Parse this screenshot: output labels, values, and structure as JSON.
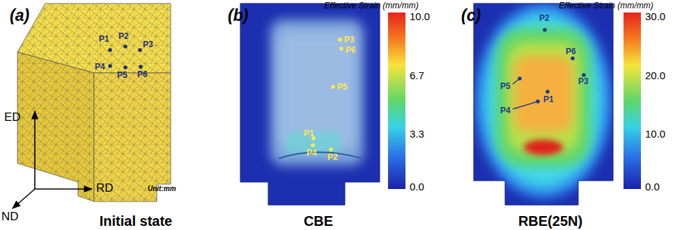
{
  "diagram": {
    "labels": [
      "(a)",
      "P1",
      "P2",
      "P3",
      "P4",
      "P5",
      "P6",
      "ED",
      "ND",
      "RD",
      "Unit:mm",
      "Initial state",
      "(b)",
      "Effective Strain (mm/mm)",
      "10.0",
      "6.7",
      "3.3",
      "0.0",
      "P3",
      "P6",
      "P5",
      "P1",
      "P4",
      "P2",
      "CBE",
      "(c)",
      "Effective Strain (mm/mm)",
      "30.0",
      "20.0",
      "10.0",
      "0.0",
      "P2",
      "P6",
      "P3",
      "P5",
      "P1",
      "P4",
      "RBE(25N)"
    ]
  }
}
